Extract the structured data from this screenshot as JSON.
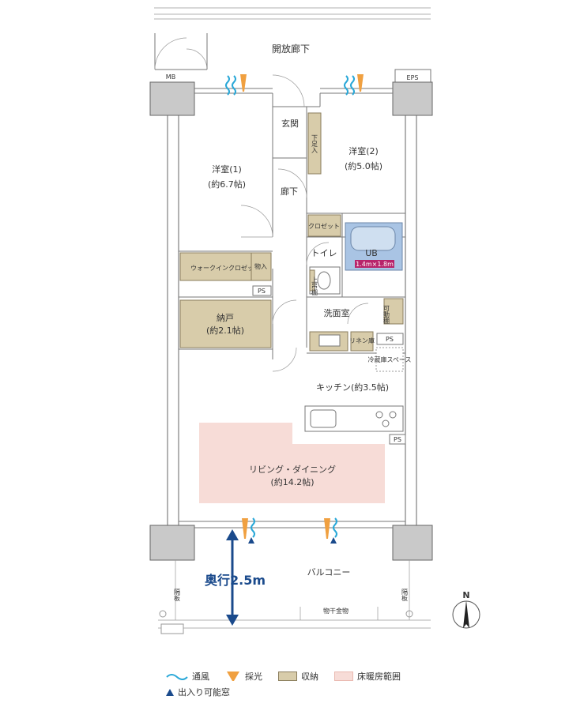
{
  "plan": {
    "labels": {
      "corridor": "開放廊下",
      "mb": "MB",
      "eps": "EPS",
      "entrance": "玄関",
      "shoe_storage": "下足入",
      "western1_name": "洋室(1)",
      "western1_size": "(約6.7帖)",
      "western2_name": "洋室(2)",
      "western2_size": "(約5.0帖)",
      "hallway": "廊下",
      "closet": "クロゼット",
      "toilet": "トイレ",
      "upper_shelf": "上吊棚",
      "ub": "UB",
      "ub_size": "1.4m×1.8m",
      "walkin": "ウォークインクロゼット",
      "storage": "物入",
      "ps1": "PS",
      "ps2": "PS",
      "ps3": "PS",
      "nando_name": "納戸",
      "nando_size": "(約2.1帖)",
      "washroom": "洗面室",
      "movable_shelf": "可動棚",
      "linen": "リネン庫",
      "fridge": "冷蔵庫スペース",
      "kitchen": "キッチン(約3.5帖)",
      "living_name": "リビング・ダイニング",
      "living_size": "(約14.2帖)",
      "balcony": "バルコニー",
      "depth": "奥行2.5m",
      "partition_left": "隔板",
      "partition_right": "隔板",
      "drying": "物干金物",
      "north": "N"
    },
    "colors": {
      "storage": "#d8ccaa",
      "heating": "#f7dcd7",
      "ub_fill": "#a9c4e4",
      "ub_label_bg": "#b8246a",
      "ventilation": "#2aa8d8",
      "daylight": "#f0a040",
      "depth_arrow": "#1a4a8c"
    }
  },
  "legend": {
    "ventilation": "通風",
    "daylight": "採光",
    "storage": "収納",
    "heating": "床暖房範囲",
    "door_window": "出入り可能窓"
  }
}
